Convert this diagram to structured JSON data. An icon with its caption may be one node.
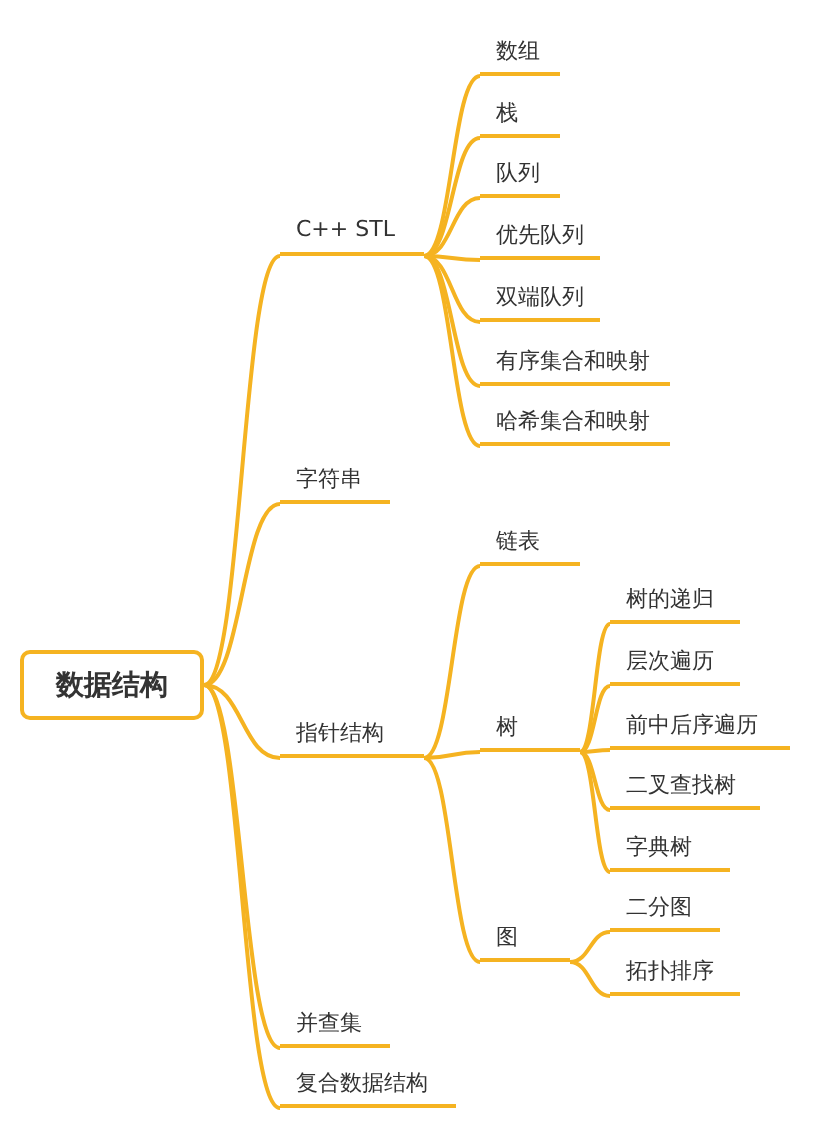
{
  "diagram": {
    "nodes": [
      {
        "text": [
          "数据结构"
        ]
      },
      {
        "text": [
          "C++ STL"
        ]
      },
      {
        "text": [
          "数组"
        ]
      },
      {
        "text": [
          "栈"
        ]
      },
      {
        "text": [
          "队列"
        ]
      },
      {
        "text": [
          "优先队列"
        ]
      },
      {
        "text": [
          "双端队列"
        ]
      },
      {
        "text": [
          "有序集合和映射"
        ]
      },
      {
        "text": [
          "哈希集合和映射"
        ]
      },
      {
        "text": [
          "字符串"
        ]
      },
      {
        "text": [
          "指针结构"
        ]
      },
      {
        "text": [
          "链表"
        ]
      },
      {
        "text": [
          "树"
        ]
      },
      {
        "text": [
          "树的递归"
        ]
      },
      {
        "text": [
          "层次遍历"
        ]
      },
      {
        "text": [
          "前中后序遍历"
        ]
      },
      {
        "text": [
          "二叉查找树"
        ]
      },
      {
        "text": [
          "字典树"
        ]
      },
      {
        "text": [
          "图"
        ]
      },
      {
        "text": [
          "二分图"
        ]
      },
      {
        "text": [
          "拓扑排序"
        ]
      },
      {
        "text": [
          "并查集"
        ]
      },
      {
        "text": [
          "复合数据结构"
        ]
      }
    ],
    "edges": [
      {
        "from": 0,
        "to": 1,
        "arrow": "none"
      },
      {
        "from": 1,
        "to": 2,
        "arrow": "none"
      },
      {
        "from": 1,
        "to": 3,
        "arrow": "none"
      },
      {
        "from": 1,
        "to": 4,
        "arrow": "none"
      },
      {
        "from": 1,
        "to": 5,
        "arrow": "none"
      },
      {
        "from": 1,
        "to": 6,
        "arrow": "none"
      },
      {
        "from": 1,
        "to": 7,
        "arrow": "none"
      },
      {
        "from": 1,
        "to": 8,
        "arrow": "none"
      },
      {
        "from": 0,
        "to": 9,
        "arrow": "none"
      },
      {
        "from": 0,
        "to": 10,
        "arrow": "none"
      },
      {
        "from": 10,
        "to": 11,
        "arrow": "none"
      },
      {
        "from": 10,
        "to": 12,
        "arrow": "none"
      },
      {
        "from": 12,
        "to": 13,
        "arrow": "none"
      },
      {
        "from": 12,
        "to": 14,
        "arrow": "none"
      },
      {
        "from": 12,
        "to": 15,
        "arrow": "none"
      },
      {
        "from": 12,
        "to": 16,
        "arrow": "none"
      },
      {
        "from": 12,
        "to": 17,
        "arrow": "none"
      },
      {
        "from": 10,
        "to": 18,
        "arrow": "none"
      },
      {
        "from": 18,
        "to": 19,
        "arrow": "none"
      },
      {
        "from": 18,
        "to": 20,
        "arrow": "none"
      },
      {
        "from": 0,
        "to": 21,
        "arrow": "none"
      },
      {
        "from": 0,
        "to": 22,
        "arrow": "none"
      }
    ]
  }
}
